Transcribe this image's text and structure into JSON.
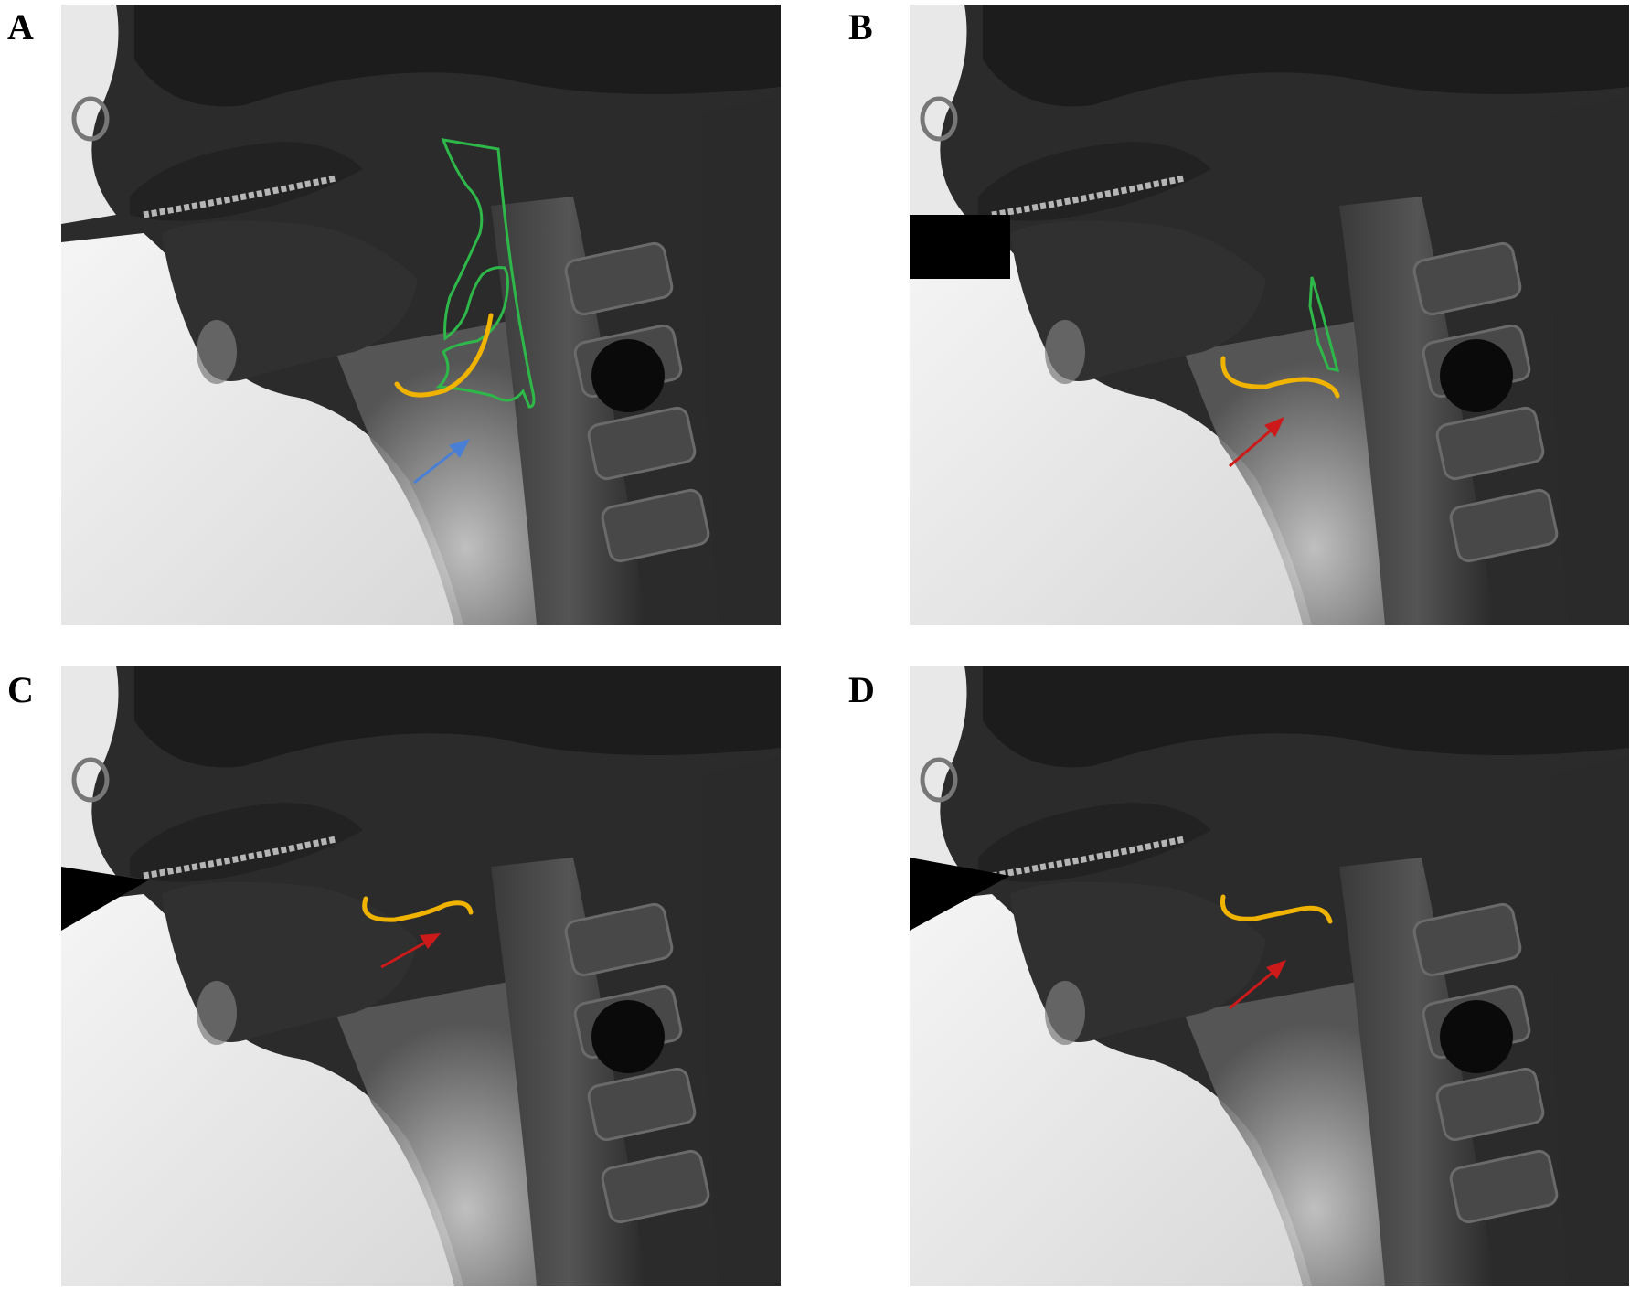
{
  "figure": {
    "panels": [
      {
        "label": "A",
        "image": "videofluoroscopy-lateral-neck",
        "contrast_outline": true,
        "arrow_color": "#4a7fd6"
      },
      {
        "label": "B",
        "image": "videofluoroscopy-lateral-neck",
        "contrast_outline": true,
        "arrow_color": "#cc1a1a"
      },
      {
        "label": "C",
        "image": "videofluoroscopy-lateral-neck",
        "contrast_outline": false,
        "arrow_color": "#cc1a1a"
      },
      {
        "label": "D",
        "image": "videofluoroscopy-lateral-neck",
        "contrast_outline": false,
        "arrow_color": "#cc1a1a"
      }
    ],
    "colors": {
      "bolus_outline": "#2fb84a",
      "hyoid_trace": "#f0b400",
      "blue_arrow": "#4a7fd6",
      "red_arrow": "#cc1a1a"
    }
  }
}
